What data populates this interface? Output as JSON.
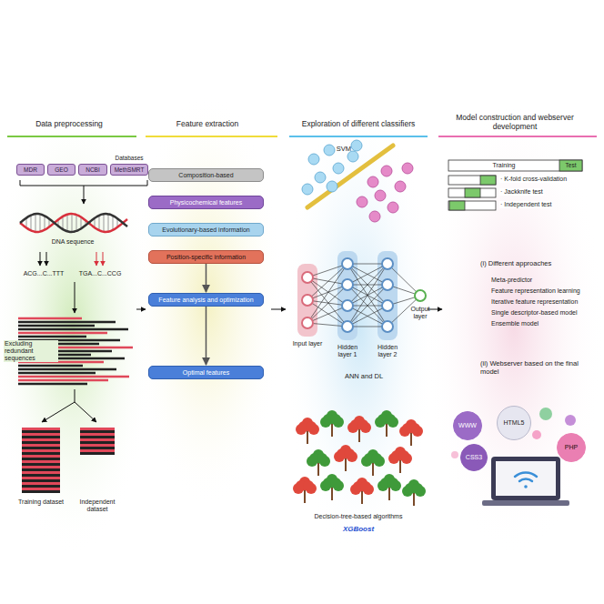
{
  "diagram": {
    "nodes": [
      {
        "text": [
          "MDR"
        ]
      },
      {
        "text": [
          "GEO"
        ]
      },
      {
        "text": [
          "NCBI"
        ]
      },
      {
        "text": [
          "MethSMRT"
        ]
      },
      {
        "text": [
          "Composition-based"
        ]
      },
      {
        "text": [
          "Physicochemical features"
        ]
      },
      {
        "text": [
          "Evolutionary-based information"
        ]
      },
      {
        "text": [
          "Position-specific information"
        ]
      },
      {
        "text": [
          "Feature analysis and optimization"
        ]
      },
      {
        "text": [
          "Optimal features"
        ]
      },
      {
        "text": [
          "Training"
        ]
      },
      {
        "text": [
          "Test"
        ]
      },
      {
        "text": [
          "WWW"
        ]
      },
      {
        "text": [
          "HTML5"
        ]
      },
      {
        "text": [
          "CSS3"
        ]
      },
      {
        "text": [
          "PHP"
        ]
      }
    ],
    "edges": [
      {
        "from": 7,
        "to": 8,
        "arrow": "to"
      },
      {
        "from": 8,
        "to": 9,
        "arrow": "to"
      }
    ],
    "labels": [
      "Data preprocessing",
      "Feature extraction",
      "Exploration of different classifiers",
      "Model construction and webserver development",
      "Databases",
      "DNA sequence",
      "ACG...C...TTT",
      "TGA...C...CCG",
      "Excluding redundant sequences",
      "Training dataset",
      "Independent dataset",
      "SVM",
      "Input layer",
      "Hidden layer 1",
      "Hidden layer 2",
      "Output layer",
      "ANN and DL",
      "Decision-tree-based algorithms",
      "XGBoost",
      "· K-fold cross-validation",
      "· Jackknife test",
      "· Independent test",
      "(i) Different approaches",
      "Meta-predictor",
      "Feature representation learning",
      "Iterative feature representation",
      "Single descriptor-based model",
      "Ensemble model",
      "(ii) Webserver based on the final model"
    ]
  }
}
